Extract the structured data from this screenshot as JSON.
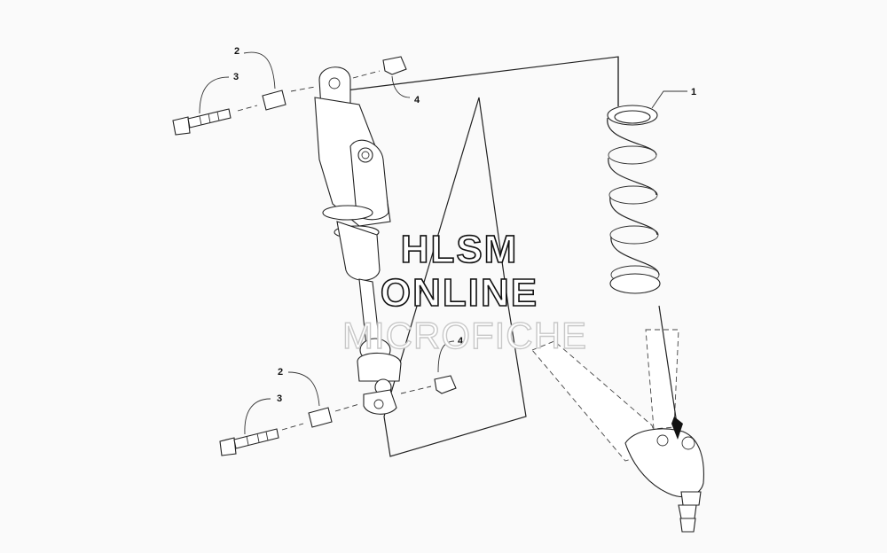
{
  "diagram": {
    "callouts": {
      "spring": "1",
      "upper_bushing": "2",
      "upper_bolt": "3",
      "upper_nut": "4",
      "lower_nut": "4",
      "lower_bushing": "2",
      "lower_bolt": "3"
    },
    "watermark": {
      "line1": "HLSM",
      "line2": "ONLINE",
      "line3": "MICROFICHE"
    }
  }
}
